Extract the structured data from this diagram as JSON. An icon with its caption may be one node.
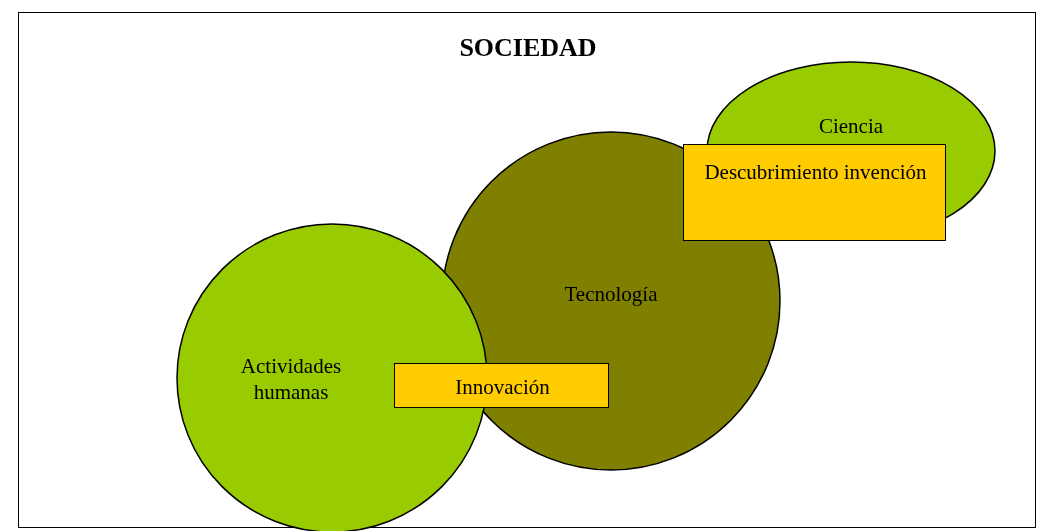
{
  "diagram": {
    "nodes": [
      {
        "text": [
          "SOCIEDAD"
        ]
      },
      {
        "text": [
          "Ciencia"
        ],
        "in": 0
      },
      {
        "text": [
          "Descubrimiento invención"
        ],
        "in": 0
      },
      {
        "text": [
          "Tecnología"
        ],
        "in": 0
      },
      {
        "text": [
          "Actividades humanas"
        ],
        "in": 0
      },
      {
        "text": [
          "Innovación"
        ],
        "in": 0
      }
    ],
    "edges": []
  }
}
